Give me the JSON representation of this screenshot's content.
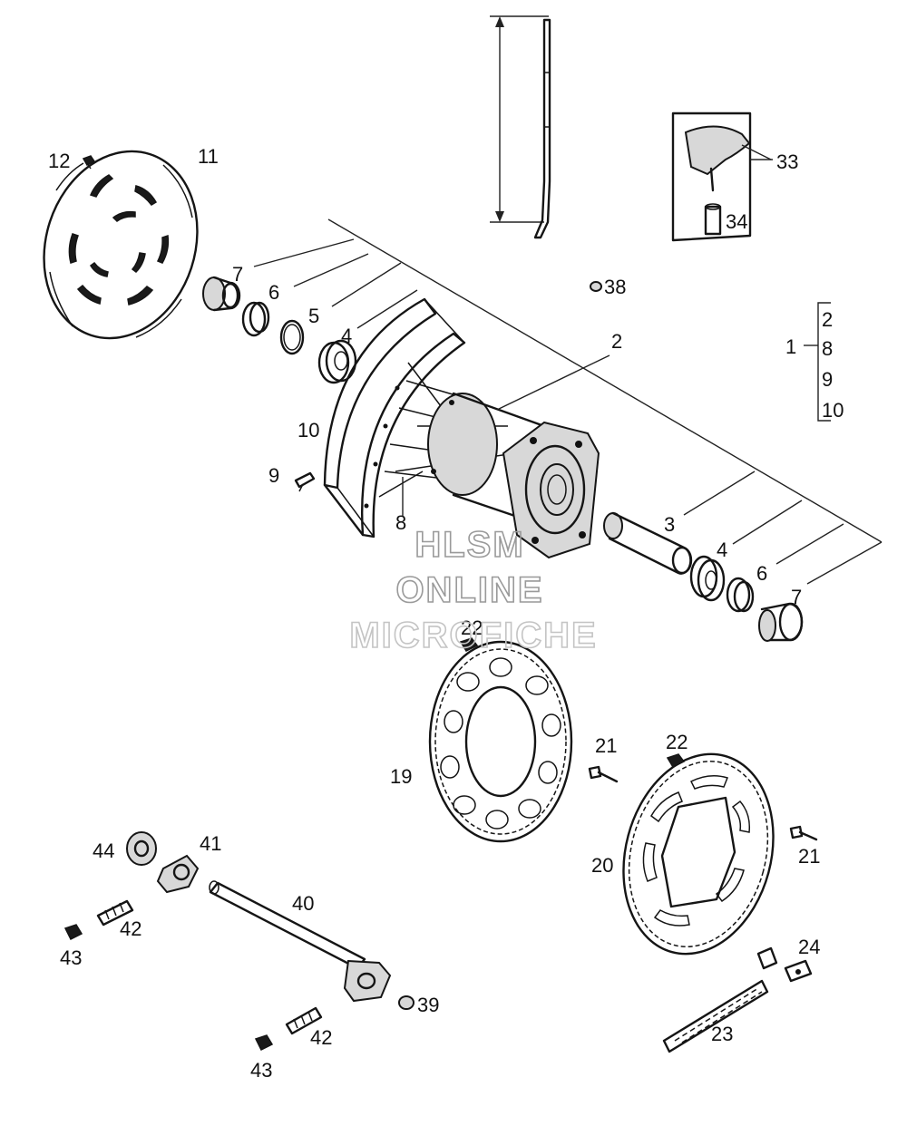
{
  "labels": {
    "l12": "12",
    "l11": "11",
    "l7a": "7",
    "l6a": "6",
    "l5": "5",
    "l4a": "4",
    "l38": "38",
    "l2": "2",
    "l1": "1",
    "g2": "2",
    "g8": "8",
    "g9": "9",
    "g10": "10",
    "l10": "10",
    "l9": "9",
    "l8": "8",
    "l3": "3",
    "l4b": "4",
    "l6b": "6",
    "l7b": "7",
    "l33": "33",
    "l34": "34",
    "l22a": "22",
    "l21a": "21",
    "l19": "19",
    "l22b": "22",
    "l20": "20",
    "l21b": "21",
    "l44": "44",
    "l41": "41",
    "l40": "40",
    "l42a": "42",
    "l43a": "43",
    "l39": "39",
    "l42b": "42",
    "l43b": "43",
    "l24": "24",
    "l23": "23"
  },
  "watermark": {
    "line1": "HLSM",
    "line2": "ONLINE",
    "line3": "MICROFICHE"
  }
}
